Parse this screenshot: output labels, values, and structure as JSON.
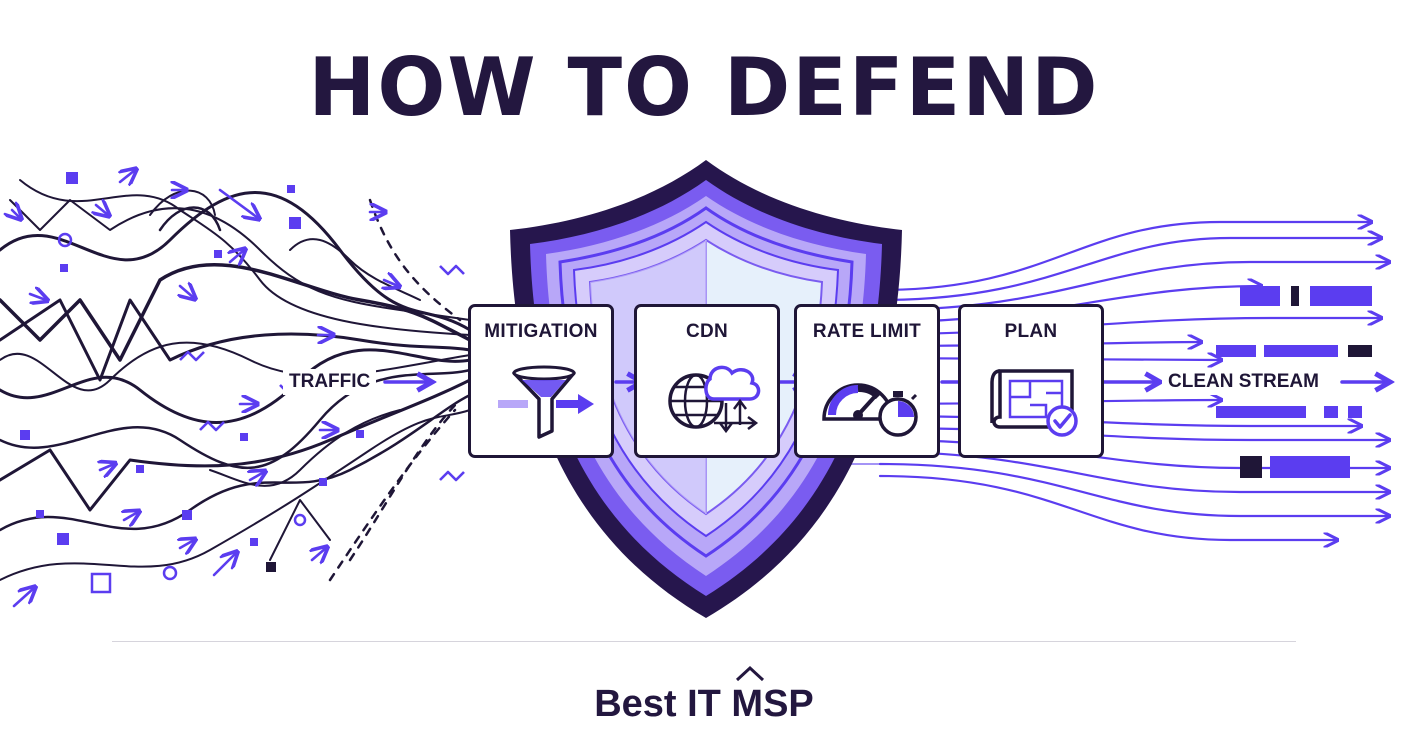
{
  "title": "HOW TO DEFEND",
  "input_label": "TRAFFIC",
  "output_label": "CLEAN STREAM",
  "stages": [
    {
      "label": "MITIGATION",
      "icon": "funnel-icon"
    },
    {
      "label": "CDN",
      "icon": "globe-cloud-icon"
    },
    {
      "label": "RATE LIMIT",
      "icon": "speedometer-stopwatch-icon"
    },
    {
      "label": "PLAN",
      "icon": "blueprint-check-icon"
    }
  ],
  "brand": "Best IT MSP",
  "colors": {
    "ink": "#1f1637",
    "accent": "#5b3df0",
    "shield_light": "#c9bdfa",
    "shield_core": "#e6f0fb"
  }
}
